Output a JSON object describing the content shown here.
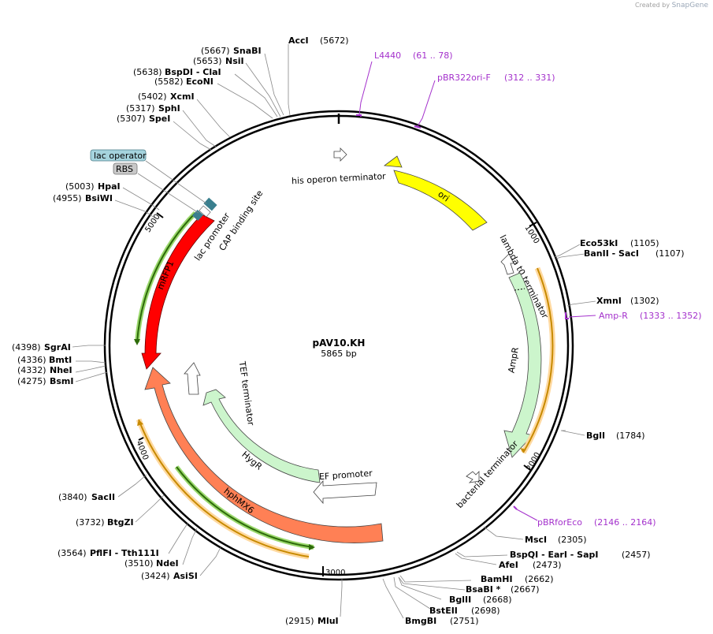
{
  "credit": {
    "prefix": "Created by",
    "brand": "SnapGene"
  },
  "plasmid": {
    "name": "pAV10.KH",
    "length_label": "5865 bp",
    "length": 5865
  },
  "ticks": [
    "1000",
    "2000",
    "3000",
    "4000",
    "5000"
  ],
  "primers": [
    {
      "name": "L4440",
      "range": "(61 .. 78)"
    },
    {
      "name": "pBR322ori-F",
      "range": "(312 .. 331)"
    },
    {
      "name": "Amp-R",
      "range": "(1333 .. 1352)"
    },
    {
      "name": "pBRforEco",
      "range": "(2146 .. 2164)"
    }
  ],
  "sites": [
    {
      "pos": "(5672)",
      "name": "AccI"
    },
    {
      "pos": "(5667)",
      "name": "SnaBI"
    },
    {
      "pos": "(5653)",
      "name": "NsiI"
    },
    {
      "pos": "(5638)",
      "name": "BspDI - ClaI"
    },
    {
      "pos": "(5582)",
      "name": "EcoNI"
    },
    {
      "pos": "(5402)",
      "name": "XcmI"
    },
    {
      "pos": "(5317)",
      "name": "SphI"
    },
    {
      "pos": "(5307)",
      "name": "SpeI"
    },
    {
      "pos": "(5003)",
      "name": "HpaI"
    },
    {
      "pos": "(4955)",
      "name": "BsiWI"
    },
    {
      "pos": "(4398)",
      "name": "SgrAI"
    },
    {
      "pos": "(4336)",
      "name": "BmtI"
    },
    {
      "pos": "(4332)",
      "name": "NheI"
    },
    {
      "pos": "(4275)",
      "name": "BsmI"
    },
    {
      "pos": "(3840)",
      "name": "SacII"
    },
    {
      "pos": "(3732)",
      "name": "BtgZI"
    },
    {
      "pos": "(3564)",
      "name": "PflFI - Tth111I"
    },
    {
      "pos": "(3510)",
      "name": "NdeI"
    },
    {
      "pos": "(3424)",
      "name": "AsiSI"
    },
    {
      "pos": "(2915)",
      "name": "MluI"
    },
    {
      "pos": "(2751)",
      "name": "BmgBI"
    },
    {
      "pos": "(2698)",
      "name": "BstEII"
    },
    {
      "pos": "(2668)",
      "name": "BglII"
    },
    {
      "pos": "(2667)",
      "name": "BsaBI *"
    },
    {
      "pos": "(2662)",
      "name": "BamHI"
    },
    {
      "pos": "(2473)",
      "name": "AfeI"
    },
    {
      "pos": "(2457)",
      "name": "BspQI - EarI - SapI"
    },
    {
      "pos": "(2305)",
      "name": "MscI"
    },
    {
      "pos": "(1784)",
      "name": "BglI"
    },
    {
      "pos": "(1302)",
      "name": "XmnI"
    },
    {
      "pos": "(1105)",
      "name": "Eco53kI"
    },
    {
      "pos": "(1107)",
      "name": "BanII - SacI"
    }
  ],
  "features": {
    "ori": "ori",
    "mrfp1": "mRFP1",
    "ampr": "AmpR",
    "hygr": "HygR",
    "hphmx6": "hphMX6",
    "his_term": "his operon terminator",
    "lambda_term": "lambda t0 terminator",
    "bact_term": "bacterial terminator",
    "tef_term": "TEF terminator",
    "tef_prom": "TEF promoter",
    "lac_prom": "lac promoter",
    "cap": "CAP binding site",
    "lac_op": "lac operator",
    "rbs": "RBS"
  },
  "colors": {
    "ori": "#ffff00",
    "mrfp1": "#ff0000",
    "ampr": "#ccf5cc",
    "hygr": "#ccf5cc",
    "hphmx6": "#ff8055",
    "orf": "#ff9c00",
    "primer": "#a431cc",
    "lac_operator_box": "#a5d3dd",
    "rbs_box": "#c8c8c8"
  }
}
